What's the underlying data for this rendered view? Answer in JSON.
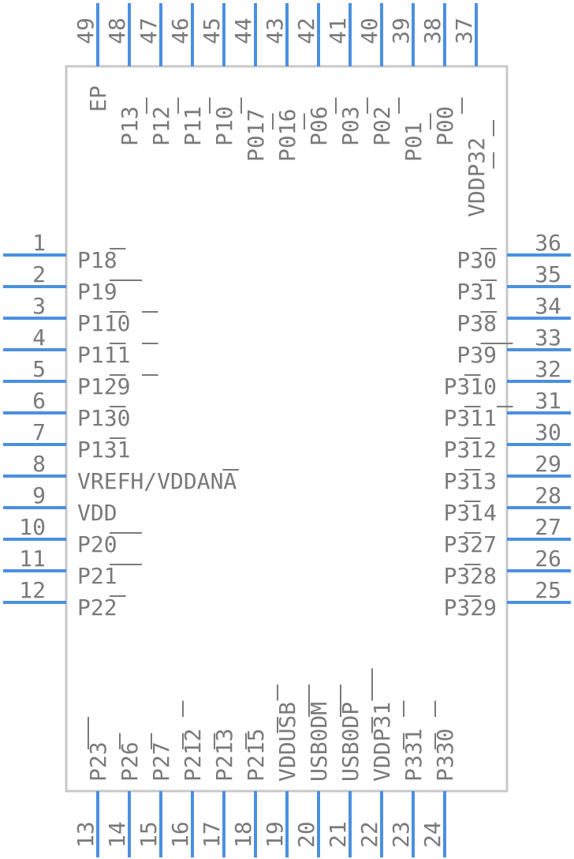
{
  "colors": {
    "pin": "#4a90e2",
    "body_outline": "#c8c8c8",
    "text": "#7a7a7a"
  },
  "left_pins": [
    {
      "num": "1",
      "label": "P1_8"
    },
    {
      "num": "2",
      "label": "P1_9_"
    },
    {
      "num": "3",
      "label": "P1_10_"
    },
    {
      "num": "4",
      "label": "P1_11_"
    },
    {
      "num": "5",
      "label": "P1_29_"
    },
    {
      "num": "6",
      "label": "P1_30"
    },
    {
      "num": "7",
      "label": "P1_31"
    },
    {
      "num": "8",
      "label": "VREFH/VDD_ANA"
    },
    {
      "num": "9",
      "label": "VDD"
    },
    {
      "num": "10",
      "label": "P2_0_"
    },
    {
      "num": "11",
      "label": "P2_1_"
    },
    {
      "num": "12",
      "label": "P2_2"
    }
  ],
  "right_pins": [
    {
      "num": "36",
      "label": "P3_0"
    },
    {
      "num": "35",
      "label": "P3_1"
    },
    {
      "num": "34",
      "label": "P3_8"
    },
    {
      "num": "33",
      "label": "P3_9_"
    },
    {
      "num": "32",
      "label": "P3_10"
    },
    {
      "num": "31",
      "label": "P3_11_"
    },
    {
      "num": "30",
      "label": "P3_12"
    },
    {
      "num": "29",
      "label": "P3_13"
    },
    {
      "num": "28",
      "label": "P3_14"
    },
    {
      "num": "27",
      "label": "P3_27"
    },
    {
      "num": "26",
      "label": "P3_28"
    },
    {
      "num": "25",
      "label": "P3_29"
    }
  ],
  "top_pins": [
    {
      "num": "49",
      "label": "EP"
    },
    {
      "num": "48",
      "label": "P1_3"
    },
    {
      "num": "47",
      "label": "P1_2"
    },
    {
      "num": "46",
      "label": "P1_1"
    },
    {
      "num": "45",
      "label": "P1_0"
    },
    {
      "num": "44",
      "label": "P0_17"
    },
    {
      "num": "43",
      "label": "P0_16"
    },
    {
      "num": "42",
      "label": "P0_6"
    },
    {
      "num": "41",
      "label": "P0_3"
    },
    {
      "num": "40",
      "label": "P0_2"
    },
    {
      "num": "39",
      "label": "P0_1"
    },
    {
      "num": "38",
      "label": "P0_0"
    },
    {
      "num": "37",
      "label": "VDD_P3_2"
    }
  ],
  "bottom_pins": [
    {
      "num": "13",
      "label": "P2_3_"
    },
    {
      "num": "14",
      "label": "P2_6"
    },
    {
      "num": "15",
      "label": "P2_7"
    },
    {
      "num": "16",
      "label": "P2_12_"
    },
    {
      "num": "17",
      "label": "P2_13"
    },
    {
      "num": "18",
      "label": "P2_15"
    },
    {
      "num": "19",
      "label": "VDD_US_B"
    },
    {
      "num": "20",
      "label": "USB0_D_M"
    },
    {
      "num": "21",
      "label": "USB0_D_P"
    },
    {
      "num": "22",
      "label": "VDD_P3_1_"
    },
    {
      "num": "23",
      "label": "P3_31_"
    },
    {
      "num": "24",
      "label": "P3_30_"
    }
  ]
}
